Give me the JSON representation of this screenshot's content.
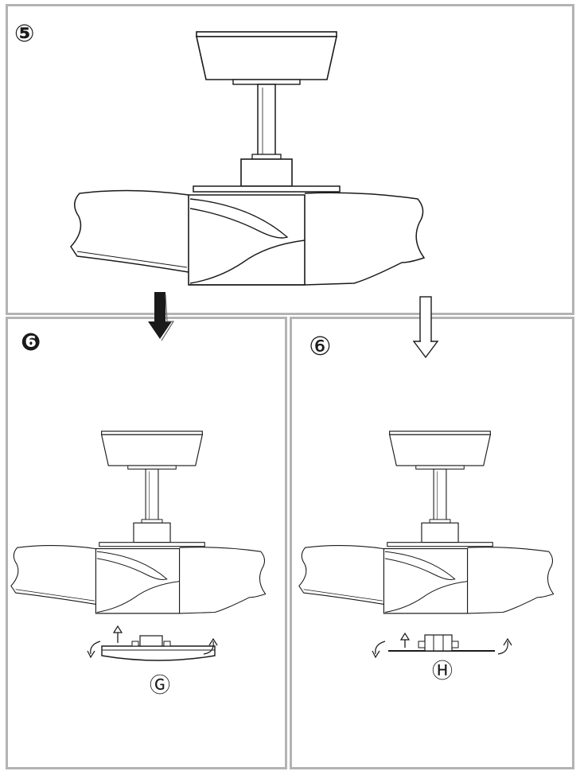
{
  "panels": {
    "top": {
      "step": "⑤"
    },
    "left": {
      "step": "❻",
      "part": "Ⓖ"
    },
    "right": {
      "step": "⑥",
      "part": "Ⓗ"
    }
  },
  "colors": {
    "frame": "#b3b3b3",
    "ink": "#1a1a1a",
    "background": "#ffffff"
  },
  "icons": [
    "solid-down-arrow-icon",
    "outline-down-arrow-icon",
    "up-arrow-icon",
    "rotate-arrow-icon"
  ]
}
